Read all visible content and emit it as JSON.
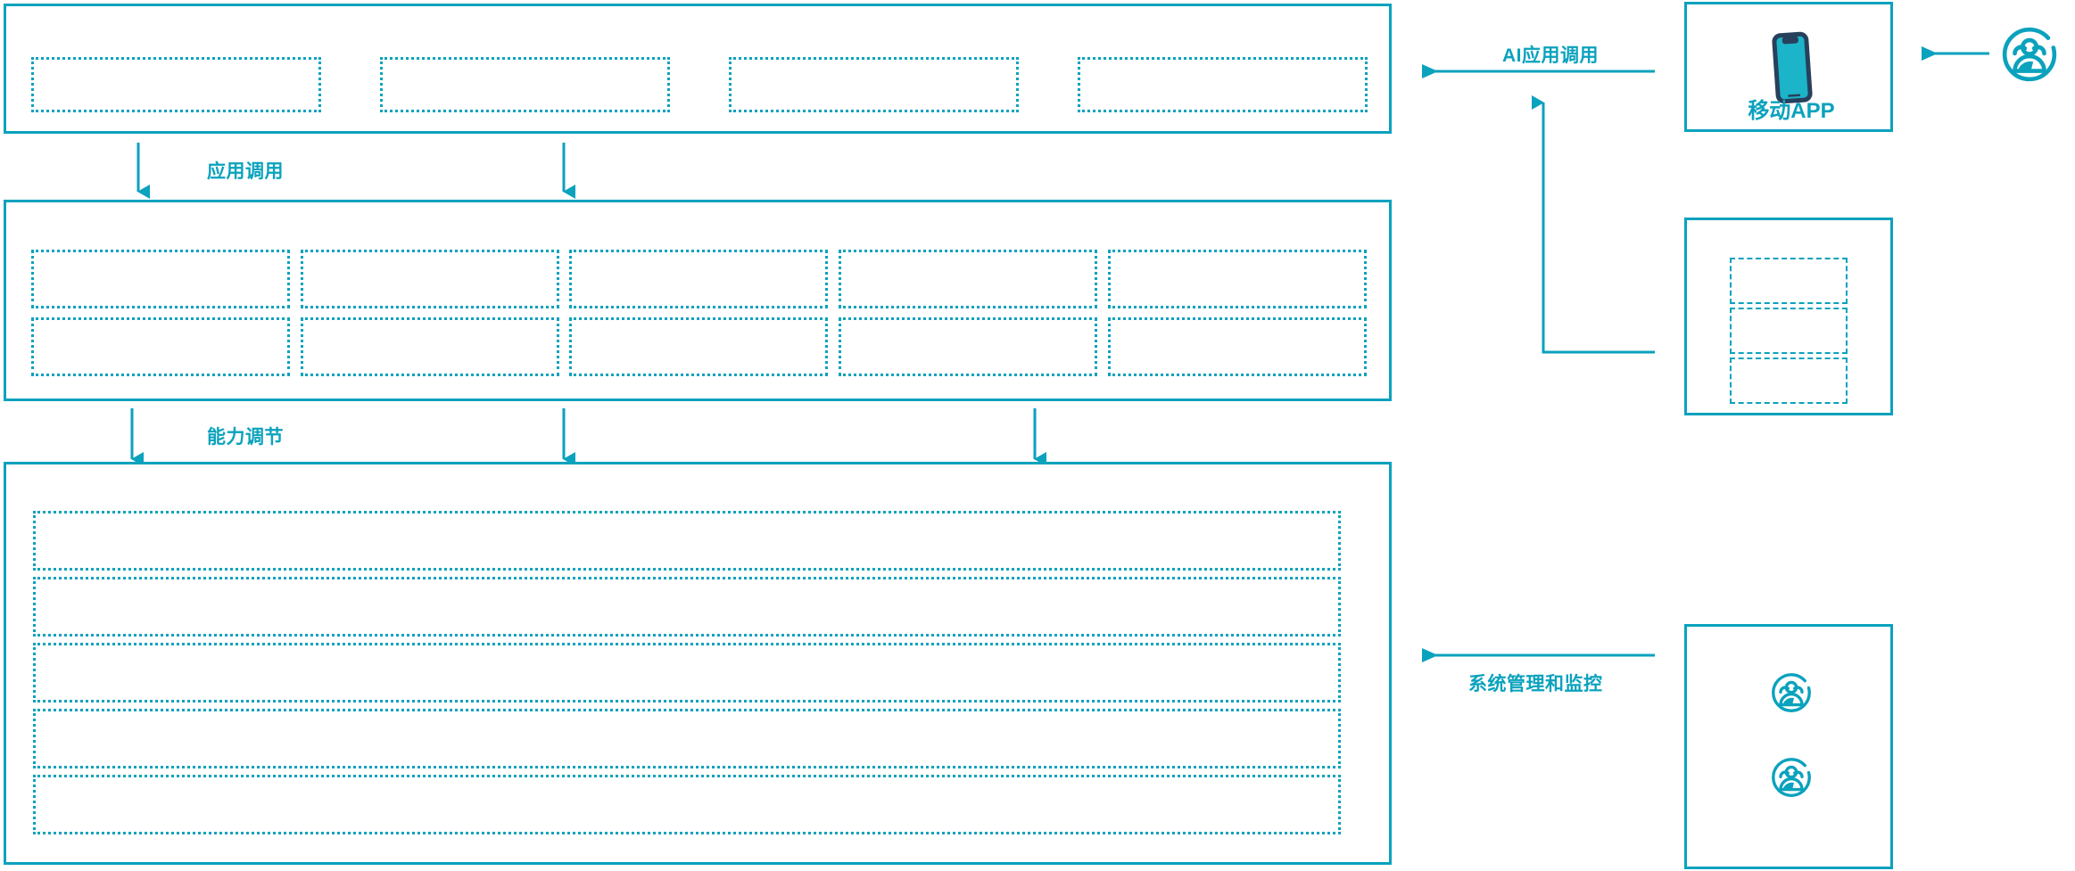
{
  "theme": {
    "accent": "#0aa2bd",
    "accent_dark": "#0b94ad",
    "phone_frame": "#27405c",
    "phone_screen": "#1cb4c8",
    "background": "#ffffff"
  },
  "diagram": {
    "title": "",
    "layers": [
      {
        "id": "application-layer",
        "name": "application-layer",
        "slots": [
          {
            "id": "app-slot-1",
            "label": ""
          },
          {
            "id": "app-slot-2",
            "label": ""
          },
          {
            "id": "app-slot-3",
            "label": ""
          },
          {
            "id": "app-slot-4",
            "label": ""
          }
        ]
      },
      {
        "id": "capability-layer",
        "name": "capability-layer",
        "slots": [
          {
            "id": "cap-slot-r1c1",
            "label": ""
          },
          {
            "id": "cap-slot-r1c2",
            "label": ""
          },
          {
            "id": "cap-slot-r1c3",
            "label": ""
          },
          {
            "id": "cap-slot-r1c4",
            "label": ""
          },
          {
            "id": "cap-slot-r1c5",
            "label": ""
          },
          {
            "id": "cap-slot-r2c1",
            "label": ""
          },
          {
            "id": "cap-slot-r2c2",
            "label": ""
          },
          {
            "id": "cap-slot-r2c3",
            "label": ""
          },
          {
            "id": "cap-slot-r2c4",
            "label": ""
          },
          {
            "id": "cap-slot-r2c5",
            "label": ""
          }
        ]
      },
      {
        "id": "platform-layer",
        "name": "platform-layer",
        "slots": [
          {
            "id": "plat-slot-1",
            "label": ""
          },
          {
            "id": "plat-slot-2",
            "label": ""
          },
          {
            "id": "plat-slot-3",
            "label": ""
          },
          {
            "id": "plat-slot-4",
            "label": ""
          },
          {
            "id": "plat-slot-5",
            "label": ""
          }
        ]
      }
    ],
    "flow_labels": {
      "app_call": "应用调用",
      "capability_adjust": "能力调节",
      "ai_app_call": "AI应用调用",
      "system_admin_monitor": "系统管理和监控"
    },
    "right_column": {
      "mobile_app_card": {
        "id": "mobile-app-card",
        "label": "移动APP",
        "icon": "mobile-phone-icon"
      },
      "channel_card": {
        "id": "channel-card",
        "slots": [
          {
            "id": "channel-slot-1",
            "label": ""
          },
          {
            "id": "channel-slot-2",
            "label": ""
          },
          {
            "id": "channel-slot-3",
            "label": ""
          }
        ]
      },
      "operators_card": {
        "id": "operators-card",
        "icons": [
          "users-group-icon",
          "users-group-icon"
        ]
      },
      "end_user": {
        "id": "end-user",
        "icon": "users-group-icon"
      }
    }
  }
}
